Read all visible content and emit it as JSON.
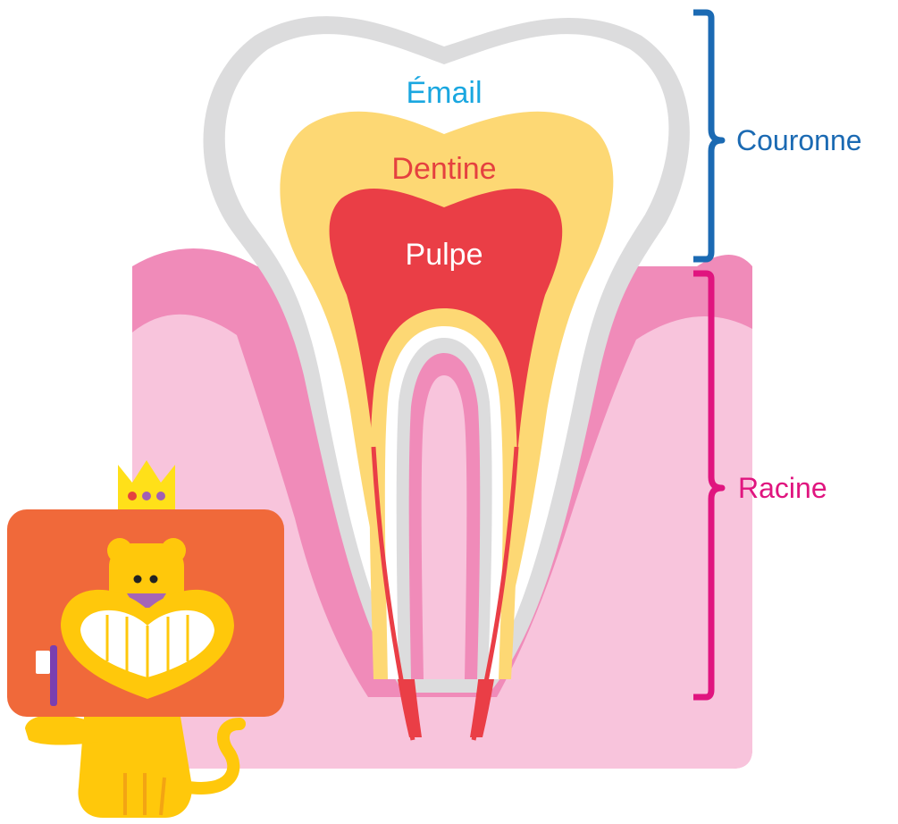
{
  "labels": {
    "email": "Émail",
    "dentine": "Dentine",
    "pulpe": "Pulpe",
    "couronne": "Couronne",
    "racine": "Racine"
  },
  "colors": {
    "email_text": "#1aa7e0",
    "dentine_text": "#e5413f",
    "pulpe_text": "#ffffff",
    "couronne": "#1b6ab3",
    "racine": "#e0157f",
    "enamel_outline": "#dcdcdd",
    "dentine_fill": "#fdd874",
    "pulp_fill": "#ea3e46",
    "gum_dark": "#f08bb9",
    "gum_light": "#f8c4dc",
    "card_orange": "#f0693a",
    "lion_yellow": "#ffc80b"
  },
  "icons": {
    "mascot": "lion-mascot-icon",
    "crown": "crown-icon",
    "toothbrush": "toothbrush-icon"
  }
}
